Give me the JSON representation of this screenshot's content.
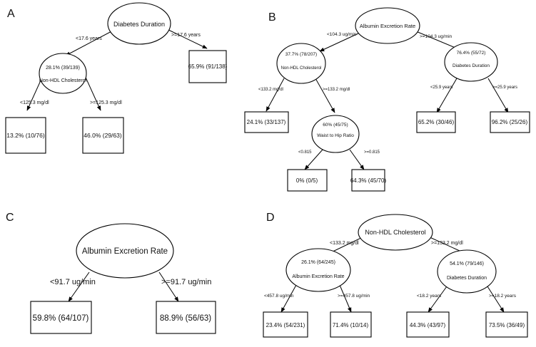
{
  "panels": {
    "A": {
      "label": "A",
      "root": {
        "text": "Diabetes Duration"
      },
      "root_left_edge": "<17.6 years",
      "root_right_edge": ">=17.6 years",
      "n1": {
        "line1": "28.1% (39/139)",
        "line2": "Non-HDL Cholesterol"
      },
      "n1_left_edge": "<125.3 mg/dl",
      "n1_right_edge": ">=125.3 mg/dl",
      "leaf_right": "65.9% (91/138)",
      "leaf_ll": "13.2% (10/76)",
      "leaf_lr": "46.0% (29/63)"
    },
    "B": {
      "label": "B",
      "root": {
        "text": "Albumin Excretion Rate"
      },
      "root_left_edge": "<104.3 ug/min",
      "root_right_edge": ">=104.3 ug/min",
      "n1": {
        "line1": "37.7% (78/207)",
        "line2": "Non-HDL Cholesterol"
      },
      "n2": {
        "line1": "76.4% (55/72)",
        "line2": "Diabetes Duration"
      },
      "n1_left_edge": "<133.2 mg/dl",
      "n1_right_edge": ">=133.2 mg/dl",
      "n2_left_edge": "<25.9 years",
      "n2_right_edge": ">=25.9 years",
      "n3": {
        "line1": "60% (45/75)",
        "line2": "Waist to Hip Ratio"
      },
      "n3_left_edge": "<0.815",
      "n3_right_edge": ">=0.815",
      "leaf_a": "24.1% (33/137)",
      "leaf_b": "0% (0/5)",
      "leaf_c": "64.3% (45/70)",
      "leaf_d": "65.2% (30/46)",
      "leaf_e": "96.2% (25/26)"
    },
    "C": {
      "label": "C",
      "root": {
        "text": "Albumin Excretion Rate"
      },
      "root_left_edge": "<91.7 ug/min",
      "root_right_edge": ">=91.7 ug/min",
      "leaf_l": "59.8% (64/107)",
      "leaf_r": "88.9% (56/63)"
    },
    "D": {
      "label": "D",
      "root": {
        "text": "Non-HDL Cholesterol"
      },
      "root_left_edge": "<133.2 mg/dl",
      "root_right_edge": ">=133.2 mg/dl",
      "n1": {
        "line1": "26.1% (64/245)",
        "line2": "Albumin Excretion Rate"
      },
      "n2": {
        "line1": "54.1% (79/146)",
        "line2": "Diabetes Duration"
      },
      "n1_left_edge": "<457.8 ug/min",
      "n1_right_edge": ">=457.8 ug/min",
      "n2_left_edge": "<18.2 years",
      "n2_right_edge": ">=18.2 years",
      "leaf_a": "23.4% (54/231)",
      "leaf_b": "71.4% (10/14)",
      "leaf_c": "44.3% (43/97)",
      "leaf_d": "73.5% (36/49)"
    }
  }
}
